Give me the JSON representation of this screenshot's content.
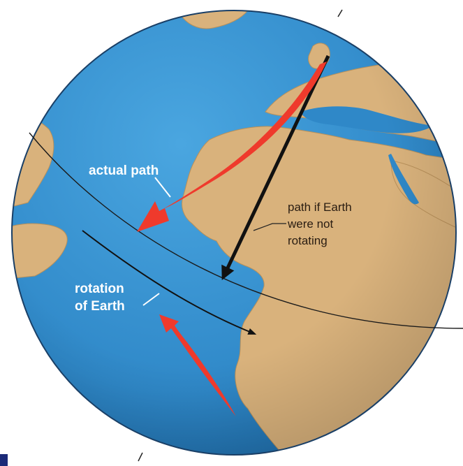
{
  "labels": {
    "actual_path": "actual path",
    "not_rotating_line1": "path if Earth",
    "not_rotating_line2": "were not",
    "not_rotating_line3": "rotating",
    "rotation_line1": "rotation",
    "rotation_line2": "of Earth"
  },
  "colors": {
    "ocean": "#2f88c8",
    "land": "#d9b27c",
    "arrow_red": "#ef3a2c",
    "arrow_black": "#111111",
    "annotation_text": "#2a1d12"
  }
}
